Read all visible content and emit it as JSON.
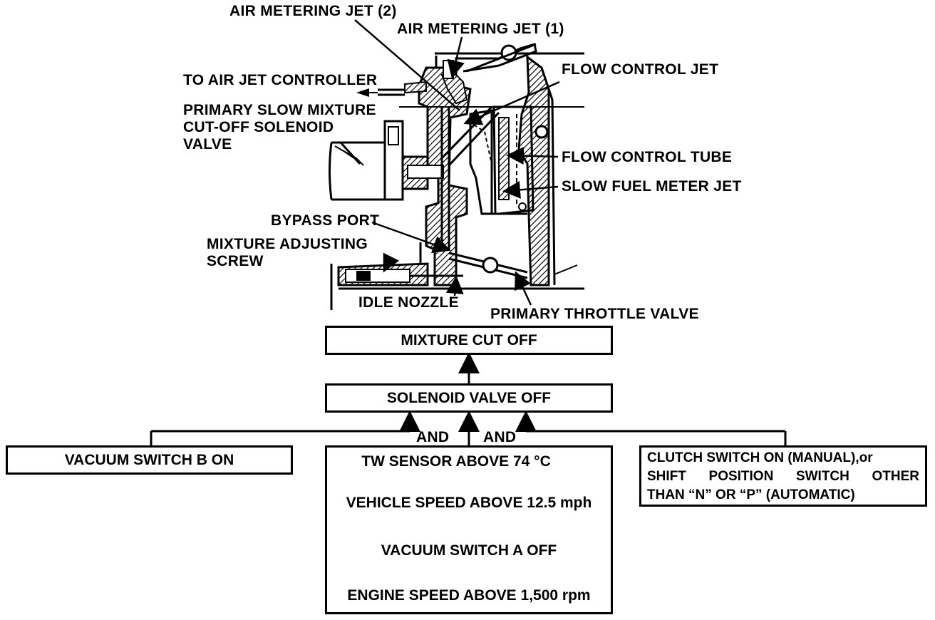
{
  "parts": {
    "air_metering_jet_2": "AIR METERING JET (2)",
    "air_metering_jet_1": "AIR METERING JET (1)",
    "to_air_jet_controller": "TO AIR JET CONTROLLER",
    "flow_control_jet": "FLOW CONTROL JET",
    "primary_slow_mixture_line1": "PRIMARY SLOW MIXTURE",
    "primary_slow_mixture_line2": "CUT-OFF SOLENOID",
    "primary_slow_mixture_line3": "VALVE",
    "flow_control_tube": "FLOW CONTROL TUBE",
    "slow_fuel_meter_jet": "SLOW FUEL METER JET",
    "bypass_port": "BYPASS PORT",
    "mixture_adjusting_screw_line1": "MIXTURE ADJUSTING",
    "mixture_adjusting_screw_line2": "SCREW",
    "idle_nozzle": "IDLE NOZZLE",
    "primary_throttle_valve": "PRIMARY THROTTLE VALVE"
  },
  "flow": {
    "mixture_cut_off": "MIXTURE CUT OFF",
    "solenoid_valve_off": "SOLENOID VALVE OFF",
    "and_left": "AND",
    "and_right": "AND",
    "vacuum_switch_b": "VACUUM SWITCH B ON",
    "center_conditions": [
      "TW SENSOR ABOVE 74 °C",
      "VEHICLE SPEED ABOVE 12.5 mph",
      "VACUUM SWITCH A OFF",
      "ENGINE SPEED ABOVE 1,500 rpm"
    ],
    "clutch_line1": "CLUTCH SWITCH ON (MANUAL),or",
    "clutch_line2_words": [
      "SHIFT",
      "POSITION",
      "SWITCH",
      "OTHER"
    ],
    "clutch_line3": "THAN “N” OR “P” (AUTOMATIC)"
  }
}
